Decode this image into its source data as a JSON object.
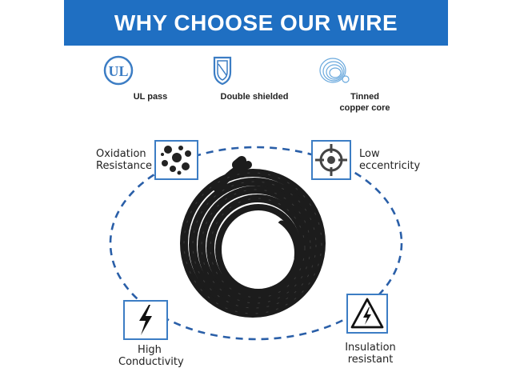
{
  "banner": {
    "title": "WHY CHOOSE OUR WIRE"
  },
  "top_features": [
    {
      "icon": "ul-certification-icon",
      "label": "UL pass"
    },
    {
      "icon": "shield-icon",
      "label": "Double shielded"
    },
    {
      "icon": "copper-coil-icon",
      "label": "Tinned\ncopper core"
    }
  ],
  "ring_features": {
    "oxidation": {
      "icon": "oxidation-dots-icon",
      "line1": "Oxidation",
      "line2": "Resistance"
    },
    "eccentricity": {
      "icon": "crosshair-target-icon",
      "line1": "Low",
      "line2": "eccentricity"
    },
    "conductivity": {
      "icon": "lightning-bolt-icon",
      "line1": "High",
      "line2": "Conductivity"
    },
    "insulation": {
      "icon": "high-voltage-warning-icon",
      "line1": "Insulation",
      "line2": "resistant"
    }
  },
  "colors": {
    "brand_blue": "#1f6fc2",
    "ring_blue": "#2a5fa8",
    "icon_blue": "#3c7dc4"
  }
}
